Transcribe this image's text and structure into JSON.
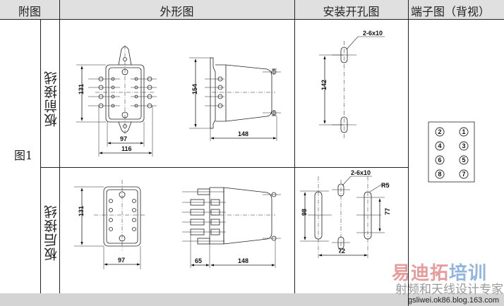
{
  "header": {
    "col_appendix": "附图",
    "col_outline": "外形图",
    "col_mounting": "安装开孔图",
    "col_terminal": "端子图（背视）"
  },
  "figure_label": "图1",
  "rows": [
    {
      "label": "板前接线",
      "outline_dims": {
        "height": "131",
        "inner_width": "97",
        "outer_width": "116",
        "side_height": "154",
        "depth": "148"
      },
      "mounting_dims": {
        "hole_spec": "2-6x10",
        "spacing": "142"
      }
    },
    {
      "label": "板后接线",
      "outline_dims": {
        "height": "131",
        "width": "97",
        "rear_depth": "65",
        "depth": "148"
      },
      "mounting_dims": {
        "hole_spec": "2-6x10",
        "radius": "R5",
        "height": "98",
        "slot_spacing_v": "77",
        "slot_spacing_h": "72"
      }
    }
  ],
  "terminals": [
    "2",
    "1",
    "4",
    "3",
    "6",
    "5",
    "8",
    "7"
  ],
  "watermark": {
    "line1_red": "易迪拓",
    "line1_blue": "培训",
    "line2": "射频和天线设计专家",
    "url": "gsliwei.ok86.blog.163.com"
  }
}
